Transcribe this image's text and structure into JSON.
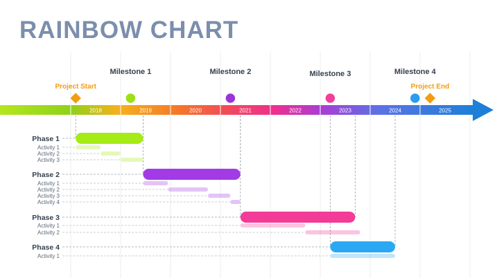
{
  "title": "RAINBOW CHART",
  "years": [
    "2018",
    "2019",
    "2020",
    "2021",
    "2022",
    "2023",
    "2024",
    "2025"
  ],
  "markers": [
    {
      "label": "Project Start",
      "year": 2018.1,
      "type": "diamond",
      "color": "#f39c12"
    },
    {
      "label": "Milestone 1",
      "year": 2019.2,
      "type": "circle",
      "color": "#9ee016"
    },
    {
      "label": "Milestone 2",
      "year": 2021.2,
      "type": "circle",
      "color": "#9b34d6"
    },
    {
      "label": "Milestone 3",
      "year": 2023.2,
      "type": "circle",
      "color": "#f0409a"
    },
    {
      "label": "Milestone 4",
      "year": 2024.9,
      "type": "circle",
      "color": "#2b9cf0"
    },
    {
      "label": "Project End",
      "year": 2025.2,
      "type": "diamond",
      "color": "#f39c12"
    }
  ],
  "phases": [
    {
      "label": "Phase 1",
      "start": 2018.1,
      "end": 2019.45,
      "color": "#a6ea16",
      "activities": [
        {
          "label": "Activity 1",
          "start": 2018.1,
          "end": 2018.6
        },
        {
          "label": "Activity 2",
          "start": 2018.6,
          "end": 2019.0
        },
        {
          "label": "Activity 3",
          "start": 2019.0,
          "end": 2019.45
        }
      ]
    },
    {
      "label": "Phase 2",
      "start": 2019.45,
      "end": 2021.4,
      "color": "#a23be6",
      "activities": [
        {
          "label": "Activity 1",
          "start": 2019.45,
          "end": 2019.95
        },
        {
          "label": "Activity 2",
          "start": 2019.95,
          "end": 2020.75
        },
        {
          "label": "Activity 3",
          "start": 2020.75,
          "end": 2021.2
        },
        {
          "label": "Activity 4",
          "start": 2021.2,
          "end": 2021.4
        }
      ]
    },
    {
      "label": "Phase 3",
      "start": 2021.4,
      "end": 2023.7,
      "color": "#f23c98",
      "activities": [
        {
          "label": "Activity 1",
          "start": 2021.4,
          "end": 2022.7
        },
        {
          "label": "Activity 2",
          "start": 2022.7,
          "end": 2023.8
        }
      ]
    },
    {
      "label": "Phase 4",
      "start": 2023.2,
      "end": 2024.5,
      "color": "#2ba8f3",
      "activities": [
        {
          "label": "Activity 1",
          "start": 2023.2,
          "end": 2024.5
        }
      ]
    }
  ]
}
